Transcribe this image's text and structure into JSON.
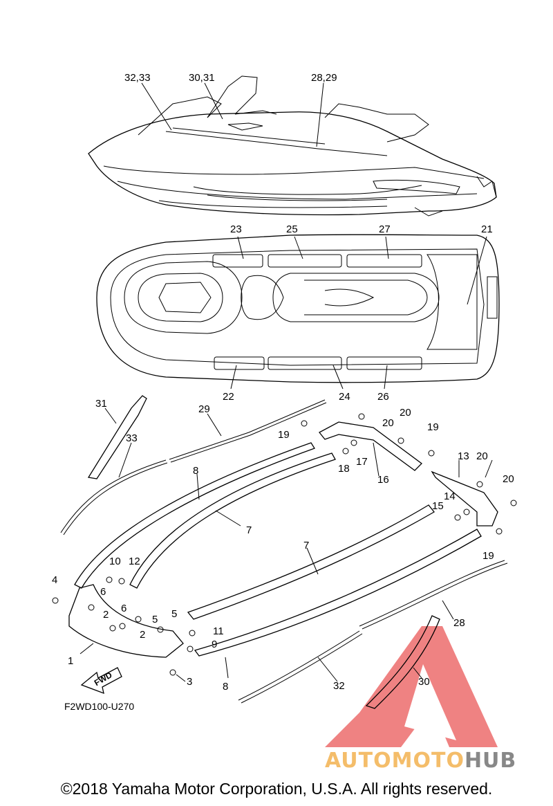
{
  "diagram_code": "F2WD100-U270",
  "fwd_label": "FWD",
  "watermark": {
    "part1": "AUTOMOTO",
    "part2": "HUB",
    "accent": "#f4bd6a",
    "logo_red": "#e63c3c"
  },
  "copyright": "©2018 Yamaha Motor Corporation, U.S.A. All rights reserved.",
  "callouts": {
    "c32_33": "32,33",
    "c30_31": "30,31",
    "c28_29": "28,29",
    "c23": "23",
    "c25": "25",
    "c27": "27",
    "c21": "21",
    "c22": "22",
    "c24": "24",
    "c26": "26",
    "c31": "31",
    "c29": "29",
    "c33": "33",
    "c19a": "19",
    "c20a": "20",
    "c20b": "20",
    "c19b": "19",
    "c17": "17",
    "c18": "18",
    "c16": "16",
    "c13": "13",
    "c20c": "20",
    "c14": "14",
    "c15": "15",
    "c20d": "20",
    "c19c": "19",
    "c8a": "8",
    "c7a": "7",
    "c7b": "7",
    "c10": "10",
    "c12": "12",
    "c4": "4",
    "c6a": "6",
    "c2a": "2",
    "c6b": "6",
    "c5a": "5",
    "c5b": "5",
    "c2b": "2",
    "c11": "11",
    "c9": "9",
    "c28": "28",
    "c1": "1",
    "c3": "3",
    "c8b": "8",
    "c32": "32",
    "c30": "30"
  }
}
